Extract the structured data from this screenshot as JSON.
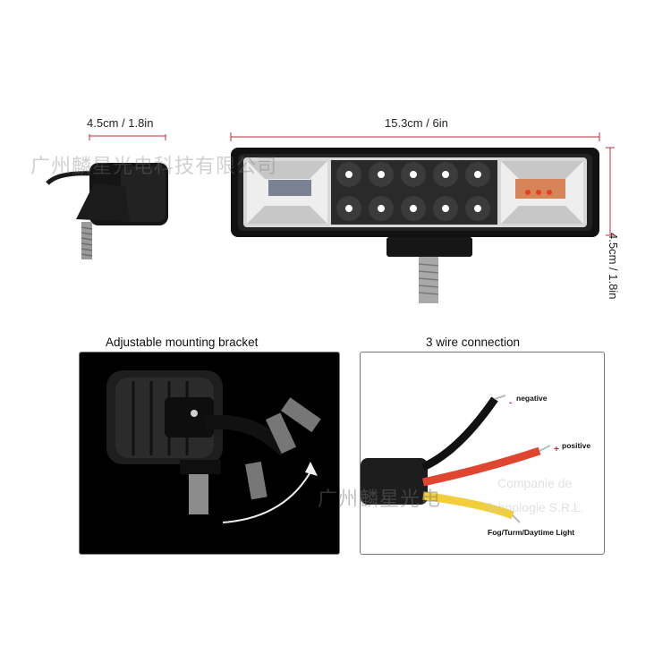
{
  "top": {
    "side_dim": "4.5cm / 1.8in",
    "length_dim": "15.3cm / 6in",
    "height_dim": "4.5cm / 1.8in"
  },
  "panels": {
    "bracket_caption": "Adjustable mounting bracket",
    "wiring_caption": "3 wire connection",
    "wires": {
      "negative": "negative",
      "positive": "positive",
      "signal": "Fog/Turm/Daytime Light"
    }
  },
  "watermarks": {
    "top_cn": "广州麟星光电科技有限公司",
    "mid_cn": "广州麟星光电",
    "mid_en_line1": "Companie de",
    "mid_en_line2": "Tehnologie S.R.L."
  },
  "colors": {
    "dim_line": "#c0283c",
    "positive_sign": "#c0283c",
    "negative_sign": "#c0283c",
    "panel_dark": "#000000"
  }
}
